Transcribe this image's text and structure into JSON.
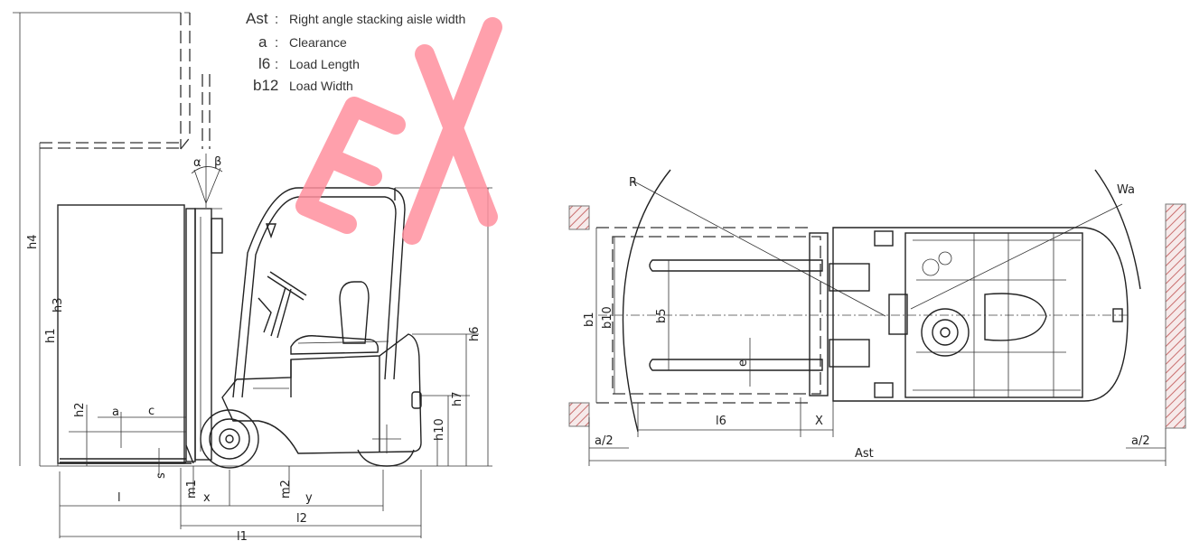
{
  "legend": [
    {
      "symbol": "Ast",
      "sep": ":",
      "text": "Right angle stacking aisle width"
    },
    {
      "symbol": "a",
      "sep": ":",
      "text": "Clearance"
    },
    {
      "symbol": "l6",
      "sep": ":",
      "text": "Load Length"
    },
    {
      "symbol": "b12",
      "sep": ":",
      "text": "Load Width"
    }
  ],
  "side_view_labels": {
    "h4": "h4",
    "h3": "h3",
    "h1": "h1",
    "h2": "h2",
    "h6": "h6",
    "h7": "h7",
    "h10": "h10",
    "a": "a",
    "c": "c",
    "s": "s",
    "m1": "m1",
    "m2": "m2",
    "x": "x",
    "y": "y",
    "l": "l",
    "l2": "l2",
    "l1": "l1",
    "alpha": "α",
    "beta": "β"
  },
  "top_view_labels": {
    "R": "R",
    "Wa": "Wa",
    "b1": "b1",
    "b10": "b10",
    "b5": "b5",
    "e": "e",
    "l6": "l6",
    "X": "X",
    "a_half_left": "a/2",
    "a_half_right": "a/2",
    "Ast": "Ast"
  },
  "watermark": "EX",
  "colors": {
    "line": "#222222",
    "watermark": "#ff8f9e",
    "background": "#ffffff"
  }
}
